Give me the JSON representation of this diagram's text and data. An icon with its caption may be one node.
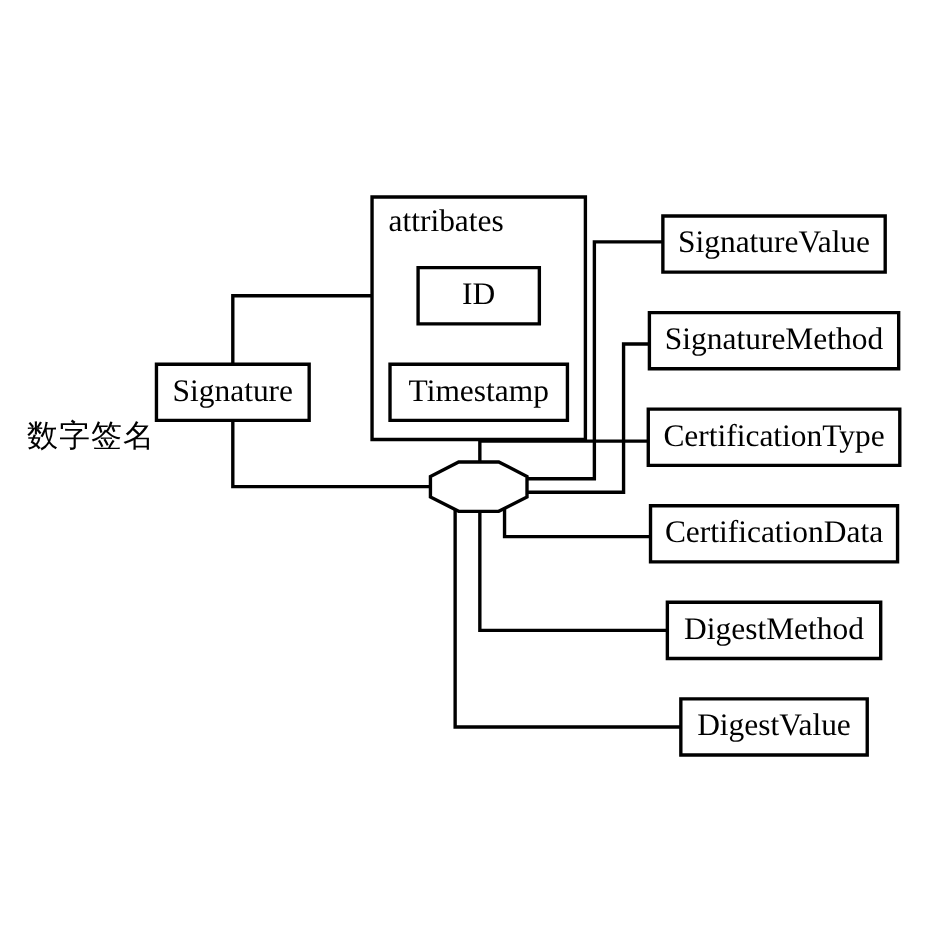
{
  "diagram": {
    "nodes": [
      {
        "text": [
          "Signature"
        ],
        "beside": [
          "数字签名"
        ]
      },
      {
        "text": [
          "attribates"
        ]
      },
      {
        "text": [
          "ID"
        ],
        "in": 1
      },
      {
        "text": [
          "Timestamp"
        ],
        "in": 1
      },
      {
        "text": [],
        "shape": "octagon"
      },
      {
        "text": [
          "SignatureValue"
        ]
      },
      {
        "text": [
          "SignatureMethod"
        ]
      },
      {
        "text": [
          "CertificationType"
        ]
      },
      {
        "text": [
          "CertificationData"
        ]
      },
      {
        "text": [
          "DigestMethod"
        ]
      },
      {
        "text": [
          "DigestValue"
        ]
      }
    ],
    "edges": [
      {
        "from": 0,
        "to": 1,
        "arrow": "none"
      },
      {
        "from": 0,
        "to": 4,
        "arrow": "none"
      },
      {
        "from": 4,
        "to": 5,
        "arrow": "none"
      },
      {
        "from": 4,
        "to": 6,
        "arrow": "none"
      },
      {
        "from": 4,
        "to": 7,
        "arrow": "none"
      },
      {
        "from": 4,
        "to": 8,
        "arrow": "none"
      },
      {
        "from": 4,
        "to": 9,
        "arrow": "none"
      },
      {
        "from": 4,
        "to": 10,
        "arrow": "none"
      }
    ]
  }
}
